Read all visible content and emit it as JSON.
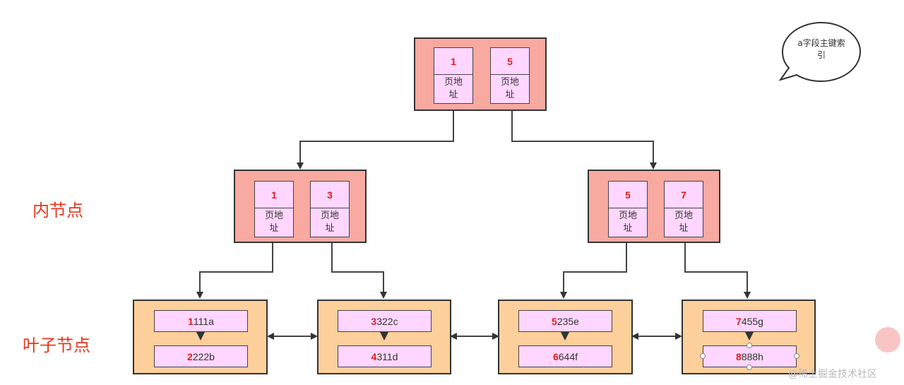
{
  "bubble": {
    "line1": "a字段主键索",
    "line2": "引"
  },
  "labels": {
    "inner": "内节点",
    "leaf": "叶子节点"
  },
  "root": {
    "keys": [
      {
        "key": "1",
        "addr_line1": "页地",
        "addr_line2": "址"
      },
      {
        "key": "5",
        "addr_line1": "页地",
        "addr_line2": "址"
      }
    ]
  },
  "inner_left": {
    "keys": [
      {
        "key": "1",
        "addr_line1": "页地",
        "addr_line2": "址"
      },
      {
        "key": "3",
        "addr_line1": "页地",
        "addr_line2": "址"
      }
    ]
  },
  "inner_right": {
    "keys": [
      {
        "key": "5",
        "addr_line1": "页地",
        "addr_line2": "址"
      },
      {
        "key": "7",
        "addr_line1": "页地",
        "addr_line2": "址"
      }
    ]
  },
  "leaves": [
    {
      "records": [
        {
          "key": "1",
          "rest": "111a"
        },
        {
          "key": "2",
          "rest": "222b"
        }
      ]
    },
    {
      "records": [
        {
          "key": "3",
          "rest": "322c"
        },
        {
          "key": "4",
          "rest": "311d"
        }
      ]
    },
    {
      "records": [
        {
          "key": "5",
          "rest": "235e"
        },
        {
          "key": "6",
          "rest": "644f"
        }
      ]
    },
    {
      "records": [
        {
          "key": "7",
          "rest": "455g"
        },
        {
          "key": "8",
          "rest": "888h"
        }
      ]
    }
  ],
  "watermark": "@稀土掘金技术社区",
  "colors": {
    "inner_fill": "#f8a9a0",
    "leaf_fill": "#fdcf9b",
    "cell_fill": "#ffd6ff",
    "key_text": "#e21b1b",
    "label_text": "#e8371b"
  }
}
